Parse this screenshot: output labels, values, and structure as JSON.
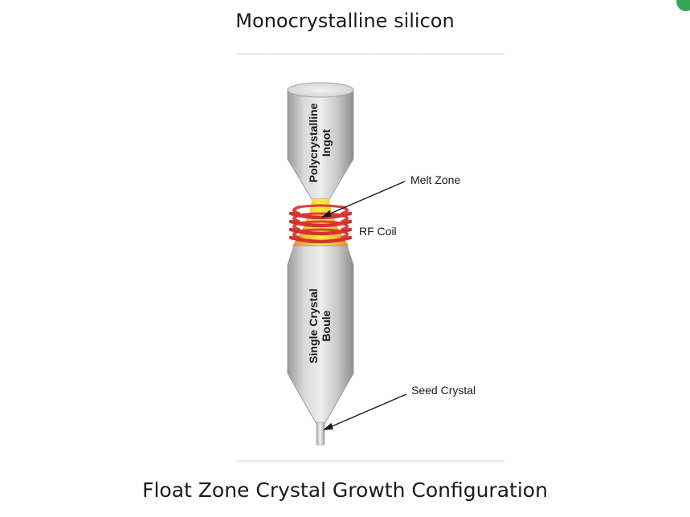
{
  "title": "Monocrystalline silicon",
  "caption": "Float Zone Crystal Growth Configuration",
  "diagram": {
    "ingot_label_line1": "Polycrystalline",
    "ingot_label_line2": "Ingot",
    "boule_label_line1": "Single Crystal",
    "boule_label_line2": "Boule",
    "melt_zone_label": "Melt Zone",
    "rf_coil_label": "RF Coil",
    "seed_crystal_label": "Seed Crystal"
  },
  "colors": {
    "coil": "#e0403a",
    "melt_hot": "#f5e43a",
    "melt_edge": "#f08a2a",
    "cylinder": "#b8b8b8"
  }
}
